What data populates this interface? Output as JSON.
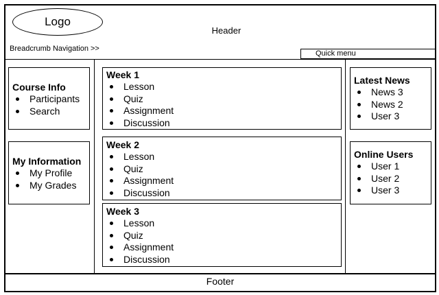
{
  "header": {
    "logo": "Logo",
    "title": "Header",
    "breadcrumb": "Breadcrumb Navigation >>",
    "quick_menu": "Quick menu"
  },
  "left": {
    "course_info": {
      "title": "Course Info",
      "items": [
        "Participants",
        "Search"
      ]
    },
    "my_information": {
      "title": "My Information",
      "items": [
        "My Profile",
        "My Grades"
      ]
    }
  },
  "weeks": [
    {
      "title": "Week 1",
      "items": [
        "Lesson",
        "Quiz",
        "Assignment",
        "Discussion"
      ]
    },
    {
      "title": "Week 2",
      "items": [
        "Lesson",
        "Quiz",
        "Assignment",
        "Discussion"
      ]
    },
    {
      "title": "Week 3",
      "items": [
        "Lesson",
        "Quiz",
        "Assignment",
        "Discussion"
      ]
    }
  ],
  "right": {
    "latest_news": {
      "title": "Latest News",
      "items": [
        "News 3",
        "News 2",
        "User 3"
      ]
    },
    "online_users": {
      "title": "Online Users",
      "items": [
        "User 1",
        "User 2",
        "User 3"
      ]
    }
  },
  "footer": "Footer"
}
